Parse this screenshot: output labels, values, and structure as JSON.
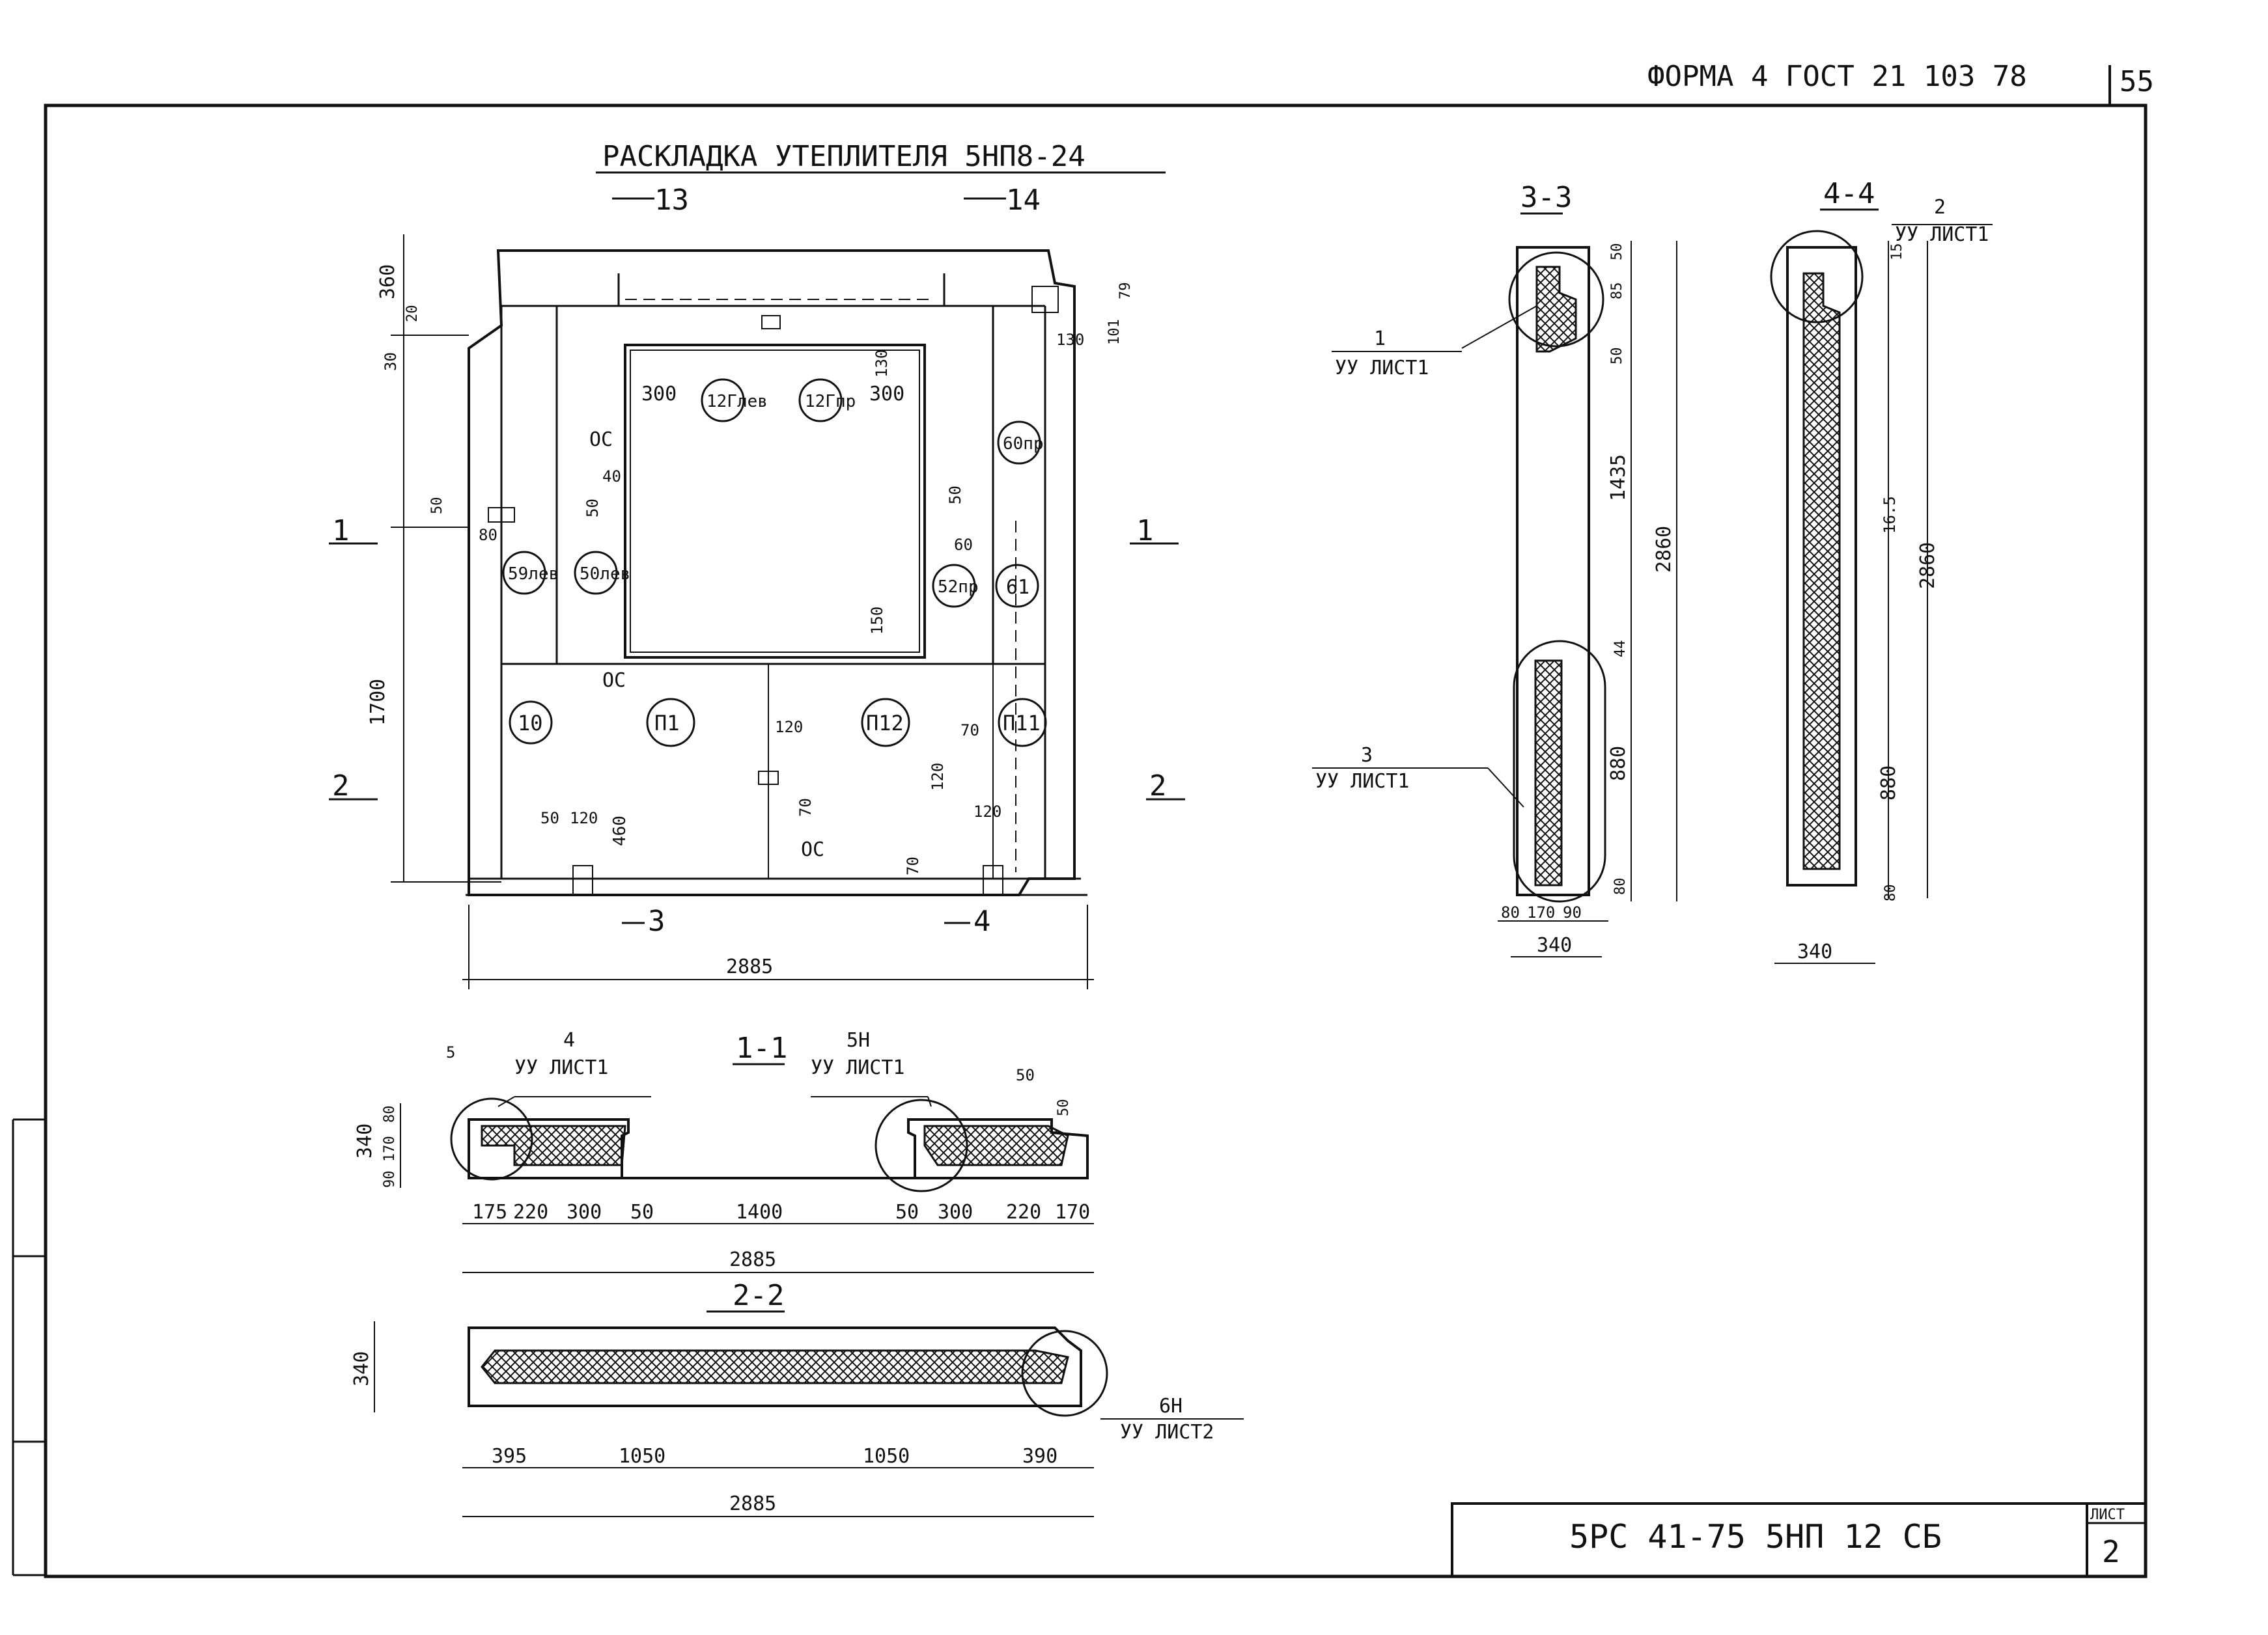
{
  "header": {
    "form": "ФОРМА 4 ГОСТ 21 103 78",
    "sheet_number": "55"
  },
  "plan": {
    "title": "РАСКЛАДКА УТЕПЛИТЕЛЯ  5НП8-24",
    "section_marks": {
      "s13": "13",
      "s14": "14",
      "s3": "3",
      "s4": "4",
      "s1_left": "1",
      "s1_right": "1",
      "s2_left": "2",
      "s2_right": "2"
    },
    "pieces": [
      "59лев",
      "50лев",
      "12Глев",
      "12Гпр",
      "60пр",
      "52пр",
      "61",
      "10",
      "П1",
      "П12",
      "П11"
    ],
    "labels": {
      "os1": "ОС",
      "os2": "ОС",
      "os3": "ОС"
    },
    "dims": {
      "d360": "360",
      "d20": "20",
      "d30": "30",
      "d1700": "1700",
      "d50a": "50",
      "d80": "80",
      "d300a": "300",
      "d300b": "300",
      "d130a": "130",
      "d130b": "130",
      "d40": "40",
      "d50b": "50",
      "d50c": "50",
      "d60": "60",
      "d150": "150",
      "d120a": "120",
      "d70a": "70",
      "d70b": "70",
      "d120p": "120",
      "d50d": "50",
      "d120b": "120",
      "d460": "460",
      "d120c": "120",
      "d70c": "70",
      "d79": "79",
      "d101": "101",
      "d2885": "2885"
    }
  },
  "section33": {
    "title": "3-3",
    "callout1": {
      "num": "1",
      "ref": "УУ ЛИСТ1"
    },
    "callout3": {
      "num": "3",
      "ref": "УУ ЛИСТ1"
    },
    "dims": {
      "a": "50",
      "b": "85",
      "c": "50",
      "d": "1435",
      "e": "2860",
      "f": "44",
      "g": "880",
      "h": "80",
      "w1": "80",
      "w2": "170",
      "w3": "90",
      "w": "340"
    }
  },
  "section44": {
    "title": "4-4",
    "callout2": {
      "num": "2",
      "ref": "УУ ЛИСТ1"
    },
    "dims": {
      "a": "15",
      "b": "16.5",
      "c": "2860",
      "d": "880",
      "e": "80",
      "w": "340"
    }
  },
  "section11": {
    "title": "1-1",
    "callout4": {
      "num": "4",
      "ref": "УУ ЛИСТ1"
    },
    "callout5": {
      "num": "5Н",
      "ref": "УУ ЛИСТ1"
    },
    "dims": {
      "d5": "5",
      "d340": "340",
      "d80": "80",
      "d170": "170",
      "d90": "90",
      "d50a": "50",
      "d50b": "50",
      "d175": "175",
      "d220a": "220",
      "d300a": "300",
      "d50c": "50",
      "d1400": "1400",
      "d50d": "50",
      "d300b": "300",
      "d220b": "220",
      "d170b": "170",
      "d2885": "2885"
    }
  },
  "section22": {
    "title": "2-2",
    "callout6": {
      "num": "6Н",
      "ref": "УУ ЛИСТ2"
    },
    "dims": {
      "d340": "340",
      "d395": "395",
      "d1050a": "1050",
      "d1050b": "1050",
      "d390": "390",
      "d2885": "2885"
    }
  },
  "title_block": {
    "code": "5РС 41-75  5НП 12 СБ",
    "sheet_label": "ЛИСТ",
    "sheet_value": "2"
  }
}
